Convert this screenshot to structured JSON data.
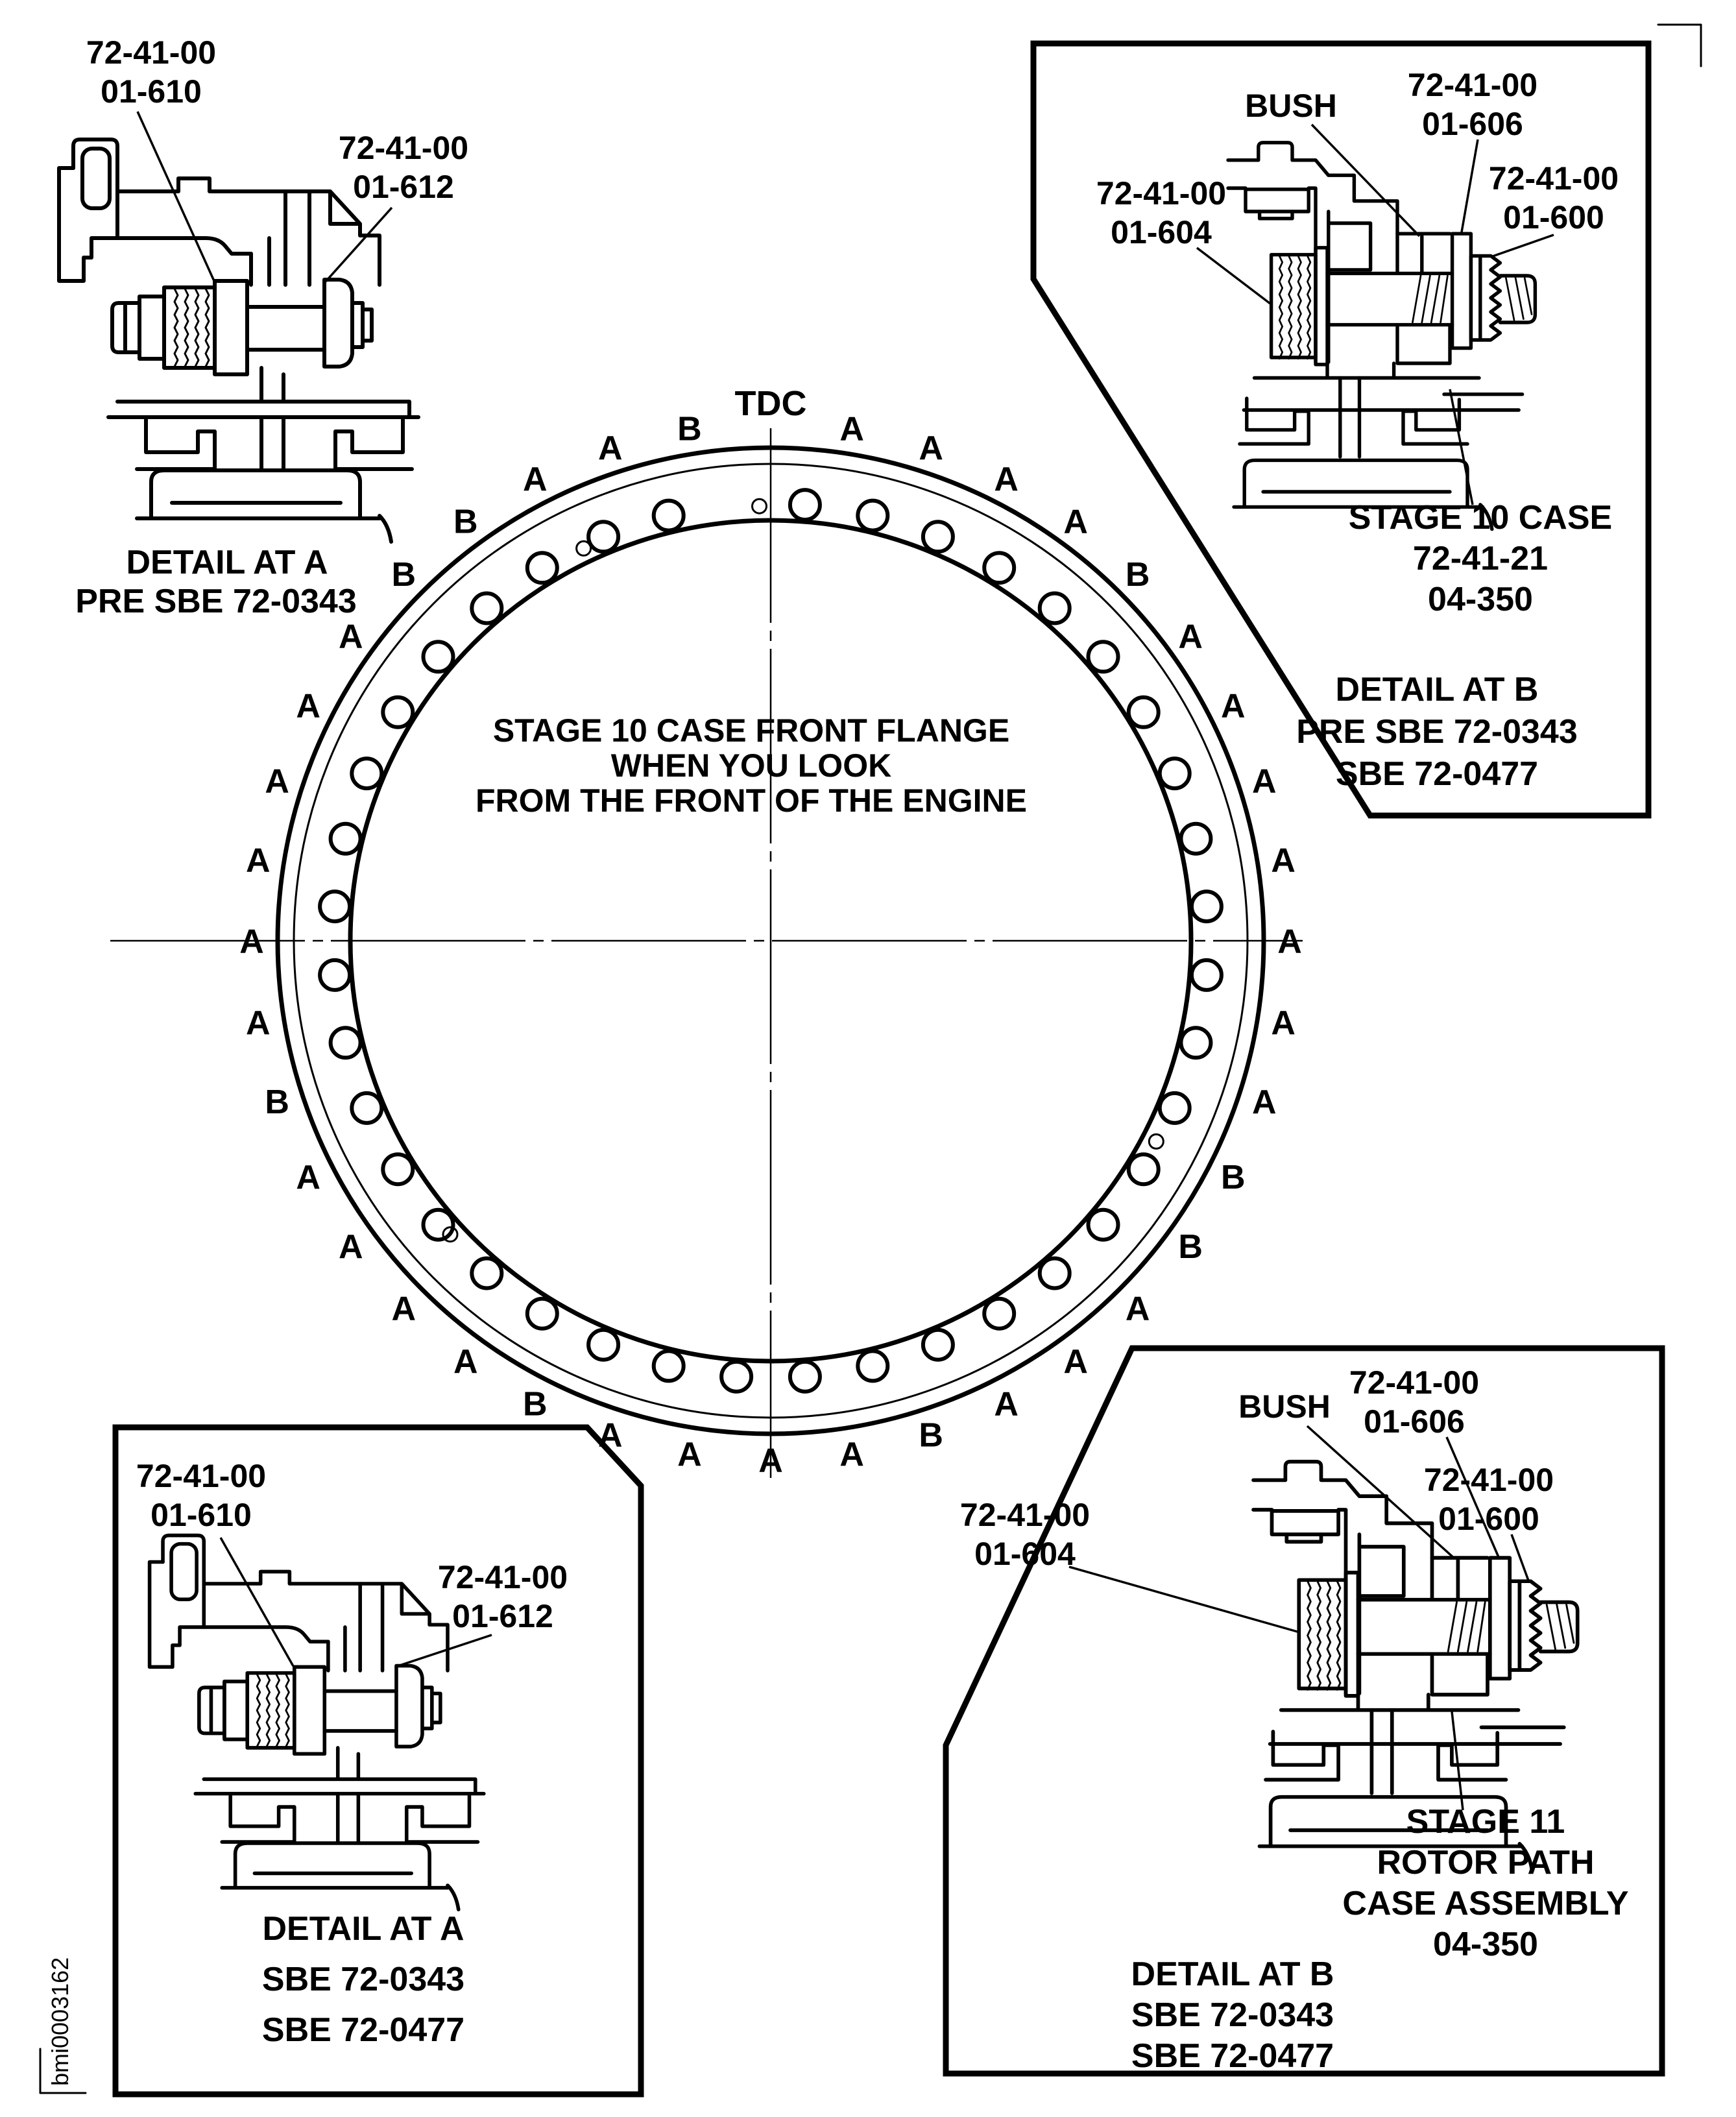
{
  "page": {
    "drawing_id": "bmi0003162"
  },
  "flange": {
    "tdc_label": "TDC",
    "center_text": [
      "STAGE 10 CASE FRONT FLANGE",
      "WHEN YOU LOOK",
      "FROM THE FRONT OF THE ENGINE"
    ],
    "bolt_letters": [
      "A",
      "A",
      "A",
      "A",
      "B",
      "A",
      "A",
      "A",
      "A",
      "A",
      "A",
      "A",
      "B",
      "B",
      "A",
      "A",
      "A",
      "B",
      "A",
      "A",
      "A",
      "A",
      "B",
      "A",
      "A",
      "A",
      "A",
      "B",
      "A",
      "A",
      "A",
      "A",
      "A",
      "A",
      "B",
      "B",
      "A",
      "A",
      "B"
    ],
    "letter_start_angle_deg": 9,
    "letter_step_deg": 9,
    "small_hole_angles_deg": [
      -1.5,
      -25.5,
      117.5,
      227.5
    ]
  },
  "details": {
    "top_left": {
      "label_610": [
        "72-41-00",
        "01-610"
      ],
      "label_612": [
        "72-41-00",
        "01-612"
      ],
      "caption": [
        "DETAIL AT A",
        "PRE SBE 72-0343"
      ]
    },
    "top_right": {
      "bush_label": "BUSH",
      "label_606": [
        "72-41-00",
        "01-606"
      ],
      "label_600": [
        "72-41-00",
        "01-600"
      ],
      "label_604": [
        "72-41-00",
        "01-604"
      ],
      "case_label": [
        "STAGE 10 CASE",
        "72-41-21",
        "04-350"
      ],
      "caption": [
        "DETAIL AT B",
        "PRE SBE 72-0343",
        "SBE 72-0477"
      ]
    },
    "bottom_left": {
      "label_610": [
        "72-41-00",
        "01-610"
      ],
      "label_612": [
        "72-41-00",
        "01-612"
      ],
      "caption": [
        "DETAIL AT A",
        "SBE 72-0343",
        "SBE 72-0477"
      ]
    },
    "bottom_right": {
      "bush_label": "BUSH",
      "label_606": [
        "72-41-00",
        "01-606"
      ],
      "label_600": [
        "72-41-00",
        "01-600"
      ],
      "label_604": [
        "72-41-00",
        "01-604"
      ],
      "case_label": [
        "STAGE 11",
        "ROTOR PATH",
        "CASE ASSEMBLY",
        "04-350"
      ],
      "caption": [
        "DETAIL AT B",
        "SBE 72-0343",
        "SBE 72-0477"
      ]
    }
  },
  "colors": {
    "ink": "#000000",
    "paper": "#ffffff"
  }
}
